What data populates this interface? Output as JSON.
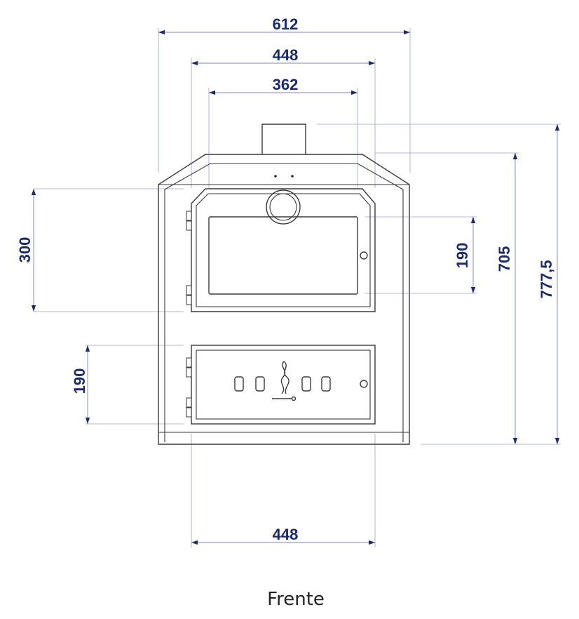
{
  "dimensions": {
    "overall_width": "612",
    "body_width": "448",
    "oven_inner_width": "362",
    "oven_door_height": "300",
    "window_height": "190",
    "body_height": "705",
    "total_height": "777,5",
    "firebox_height": "190",
    "base_width": "448"
  },
  "caption": "Frente",
  "colors": {
    "dimension_text": "#1b2a6b",
    "dimension_line": "#7d86b8",
    "outline": "#3a3a3a"
  },
  "icons": {
    "firebox_emblem": "flame-icon",
    "oven_thermometer": "thermometer-dial-icon"
  }
}
